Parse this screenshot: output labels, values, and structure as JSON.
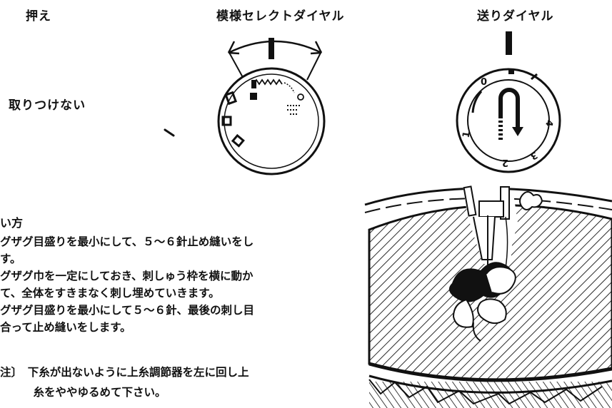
{
  "headings": {
    "presser": "押え",
    "pattern_dial": "模様セレクトダイヤル",
    "feed_dial": "送りダイヤル"
  },
  "presser_note": "取りつけない",
  "feed_dial_numbers": [
    "0",
    "1",
    "2",
    "3",
    "4"
  ],
  "instructions": {
    "title": "い方",
    "lines": [
      "グザグ目盛りを最小にして、５～６針止め縫いをし",
      "す。",
      "グザグ巾を一定にしておき、刺しゅう枠を横に動か",
      "て、全体をすきまなく刺し埋めていきます。",
      "グザグ目盛りを最小にして５～６針、最後の刺し目",
      "合って止め縫いをします。"
    ]
  },
  "note": {
    "lines": [
      "注〕　下糸が出ないように上糸調節器を左に回し上",
      "　　　糸をややゆるめて下さい。"
    ]
  }
}
